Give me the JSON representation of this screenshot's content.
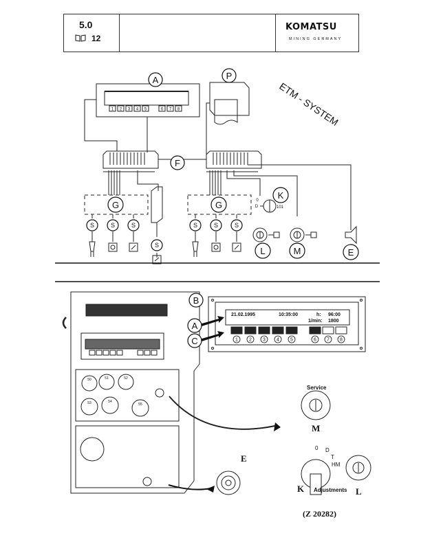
{
  "header": {
    "section": "5.0",
    "page": "12",
    "brand": "KOMATSU",
    "brand_sub": "MINING GERMANY",
    "book_icon": "book-icon"
  },
  "diagram_top": {
    "title": "ETM - SYSTEM",
    "display_keys": [
      "1",
      "2",
      "3",
      "4",
      "5",
      "6",
      "7",
      "8"
    ],
    "callouts": {
      "A": "A",
      "P": "P",
      "F": "F",
      "G": "G",
      "K": "K",
      "S": "S",
      "L": "L",
      "M": "M",
      "E": "E"
    },
    "key_marks": [
      "0",
      "D",
      "101"
    ]
  },
  "diagram_bottom": {
    "callouts": {
      "A": "A",
      "B": "B",
      "C": "C"
    },
    "screen": {
      "date": "21.02.1995",
      "time": "10:35:00",
      "h_label": "h:",
      "h_value": "96:00",
      "rpm_label": "1/min:",
      "rpm_value": "1800"
    },
    "button_numbers": [
      "1",
      "2",
      "3",
      "4",
      "5",
      "6",
      "7",
      "8"
    ],
    "gauges": [
      "50",
      "51",
      "52",
      "53",
      "54",
      "55"
    ],
    "service_label": "Service",
    "service_letter": "M",
    "key_positions": [
      "0",
      "D",
      "T",
      "HM"
    ],
    "adjustments_label": "Adjustments",
    "k_letter": "K",
    "l_letter": "L",
    "e_letter": "E",
    "figure_ref": "(Z 20282)"
  }
}
